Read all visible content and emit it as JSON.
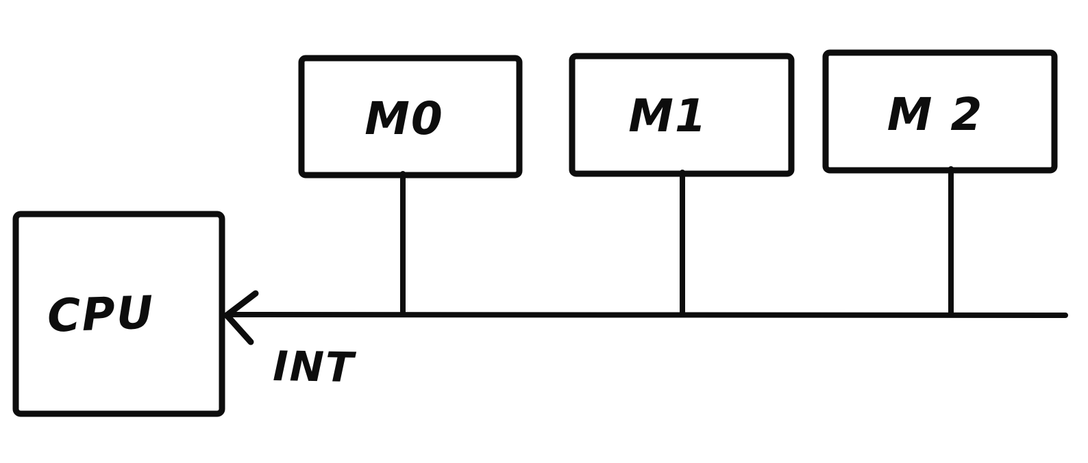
{
  "diagram": {
    "colors": {
      "ink": "#0d0d0d",
      "background": "#ffffff"
    },
    "nodes": [
      {
        "id": "cpu",
        "label": "CPU"
      },
      {
        "id": "m0",
        "label": "M0"
      },
      {
        "id": "m1",
        "label": "M1"
      },
      {
        "id": "m2",
        "label": "M 2"
      }
    ],
    "bus": {
      "label": "INT",
      "connects": [
        "m0",
        "m1",
        "m2"
      ],
      "arrow_into": "cpu"
    }
  }
}
